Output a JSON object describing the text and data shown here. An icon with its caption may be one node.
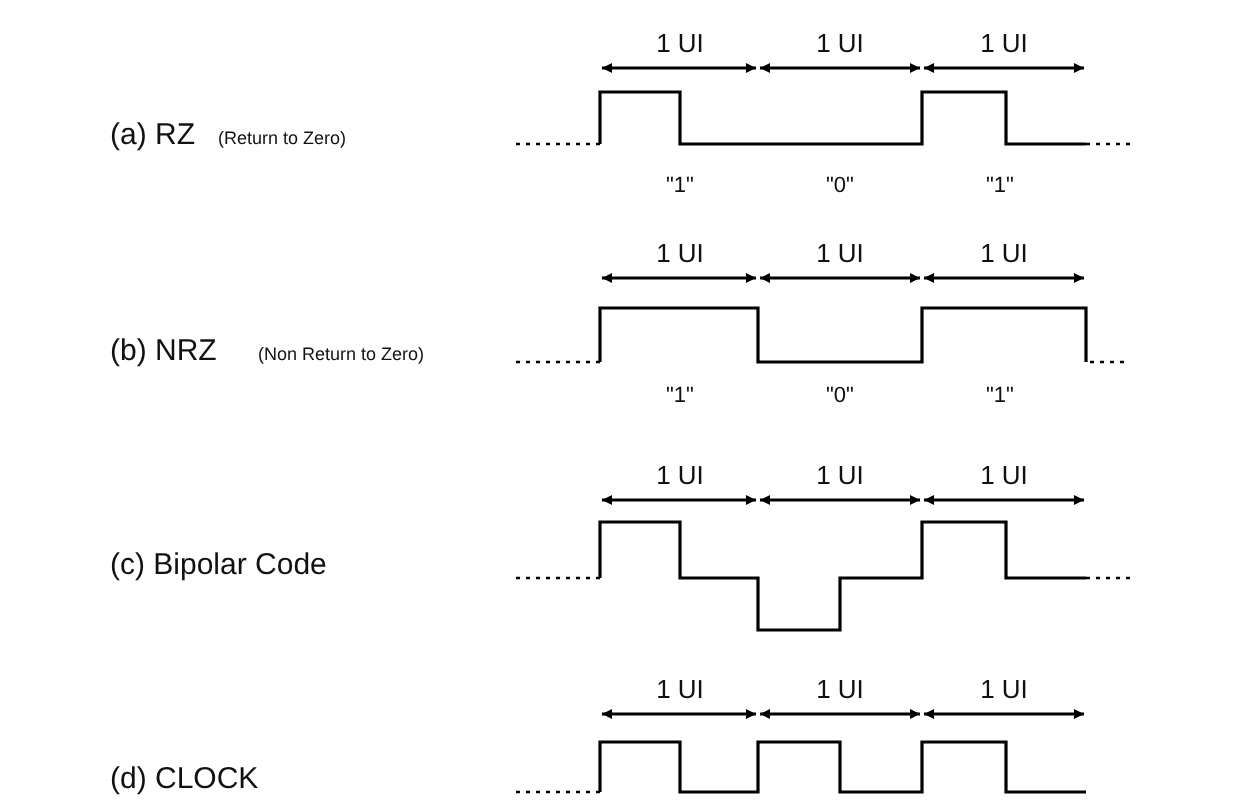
{
  "diagram": {
    "labels": [
      "1 UI",
      "1 UI",
      "1 UI",
      "(a) RZ",
      "(Return to Zero)",
      "\"1\"",
      "\"0\"",
      "\"1\"",
      "1 UI",
      "1 UI",
      "1 UI",
      "(b) NRZ",
      "(Non Return to Zero)",
      "\"1\"",
      "\"0\"",
      "\"1\"",
      "1 UI",
      "1 UI",
      "1 UI",
      "(c) Bipolar Code",
      "1 UI",
      "1 UI",
      "1 UI",
      "(d) CLOCK"
    ]
  }
}
